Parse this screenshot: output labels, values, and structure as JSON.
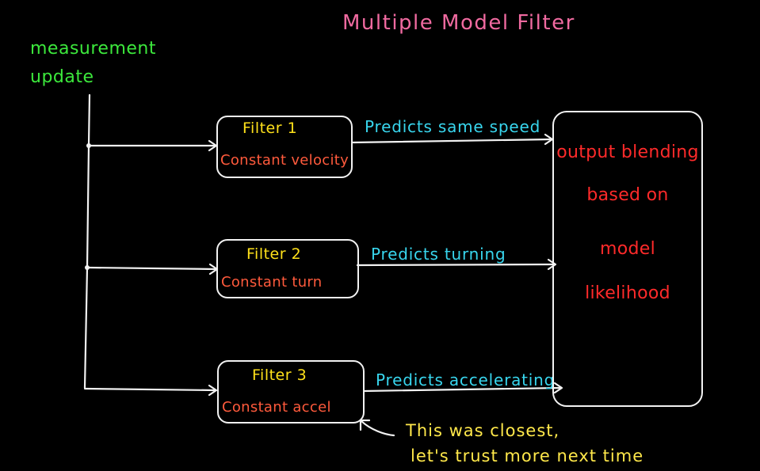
{
  "title": "Multiple Model Filter",
  "input_label": {
    "line1": "measurement",
    "line2": "update"
  },
  "filters": [
    {
      "name": "Filter 1",
      "model": "Constant velocity",
      "prediction": "Predicts same speed"
    },
    {
      "name": "Filter 2",
      "model": "Constant turn",
      "prediction": "Predicts turning"
    },
    {
      "name": "Filter 3",
      "model": "Constant accel",
      "prediction": "Predicts accelerating"
    }
  ],
  "output": {
    "lines": [
      "output blending",
      "based on",
      "model",
      "likelihood"
    ]
  },
  "annotation": {
    "line1": "This was closest,",
    "line2": "let's trust more next time"
  },
  "colors": {
    "background": "#000000",
    "lines": "#f2f2f2",
    "title": "#f06aa0",
    "input_label": "#3ce83c",
    "filter_name": "#ffe11a",
    "filter_model": "#ff5a3c",
    "prediction": "#38d6ee",
    "output_text": "#ff2a2a",
    "annotation": "#ffe84a"
  }
}
